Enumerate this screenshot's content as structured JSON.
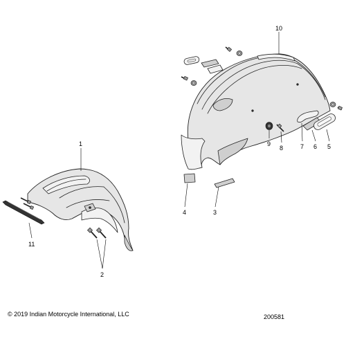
{
  "callouts": {
    "c1": "1",
    "c2": "2",
    "c3": "3",
    "c4": "4",
    "c5": "5",
    "c6": "6",
    "c7": "7",
    "c8": "8",
    "c9": "9",
    "c10": "10",
    "c11": "11"
  },
  "footer": {
    "copyright": "© 2019 Indian Motorcycle International, LLC",
    "diagram_number": "200581"
  }
}
